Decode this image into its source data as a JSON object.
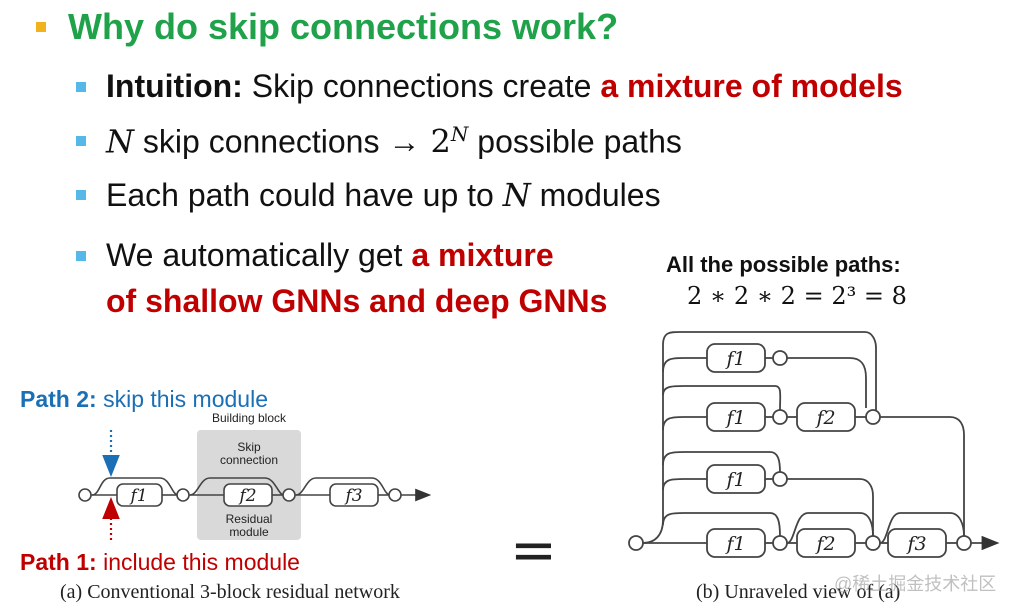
{
  "title": "Why do skip connections work?",
  "bullets": {
    "b1_lead": "Intuition:",
    "b1_text": " Skip connections create ",
    "b1_red": "a mixture of models",
    "b2_n": "N",
    "b2_text1": " skip connections ",
    "b2_arrow": "→",
    "b2_base": " 2",
    "b2_exp": "N",
    "b2_text2": " possible paths",
    "b3_text1": "Each path could have up to ",
    "b3_n": "N",
    "b3_text2": " modules",
    "b4_text": "We automatically get ",
    "b4_red1": "a mixture",
    "b4_red2": "of shallow GNNs and deep GNNs"
  },
  "left_diagram": {
    "path2_lead": "Path 2:",
    "path2_text": " skip this module",
    "path1_lead": "Path 1:",
    "path1_text": " include this module",
    "building_block": "Building block",
    "skip_connection_1": "Skip",
    "skip_connection_2": "connection",
    "residual_module_1": "Residual",
    "residual_module_2": "module",
    "f1": "f1",
    "f2": "f2",
    "f3": "f3",
    "caption": "(a)  Conventional 3-block residual network"
  },
  "equals": "=",
  "right_diagram": {
    "paths_title": "All the possible paths:",
    "paths_equation": "2 ∗ 2 ∗ 2 = 2³ = 8",
    "caption": "(b)  Unraveled view of (a)"
  },
  "watermark": "@稀土掘金技术社区",
  "colors": {
    "title_green": "#1fa24a",
    "title_bullet": "#f2b21b",
    "bullet_blue": "#55b8e8",
    "emphasis_red": "#c00000",
    "path2_blue": "#1a6fb5"
  }
}
